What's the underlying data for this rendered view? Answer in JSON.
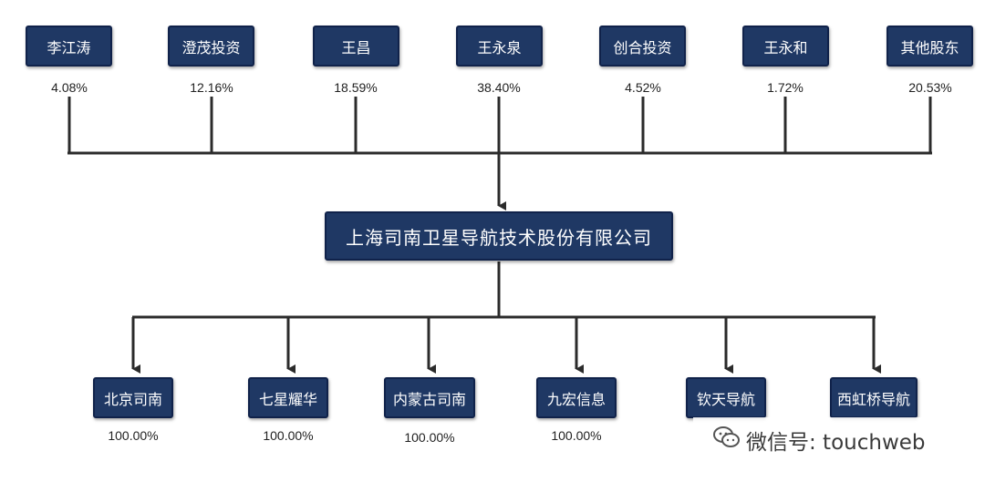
{
  "shareholders": [
    {
      "name": "李江涛",
      "pct": "4.08%"
    },
    {
      "name": "澄茂投资",
      "pct": "12.16%"
    },
    {
      "name": "王昌",
      "pct": "18.59%"
    },
    {
      "name": "王永泉",
      "pct": "38.40%"
    },
    {
      "name": "创合投资",
      "pct": "4.52%"
    },
    {
      "name": "王永和",
      "pct": "1.72%"
    },
    {
      "name": "其他股东",
      "pct": "20.53%"
    }
  ],
  "company": "上海司南卫星导航技术股份有限公司",
  "subsidiaries": [
    {
      "name": "北京司南",
      "pct": "100.00%"
    },
    {
      "name": "七星耀华",
      "pct": "100.00%"
    },
    {
      "name": "内蒙古司南",
      "pct": "100.00%"
    },
    {
      "name": "九宏信息",
      "pct": "100.00%"
    },
    {
      "name": "钦天导航",
      "pct": ""
    },
    {
      "name": "西虹桥导航",
      "pct": ""
    }
  ],
  "watermark": {
    "text": "微信号: touchweb",
    "icon": "wechat-icon"
  },
  "colors": {
    "box": "#1f3864",
    "line": "#2b2b2b"
  }
}
